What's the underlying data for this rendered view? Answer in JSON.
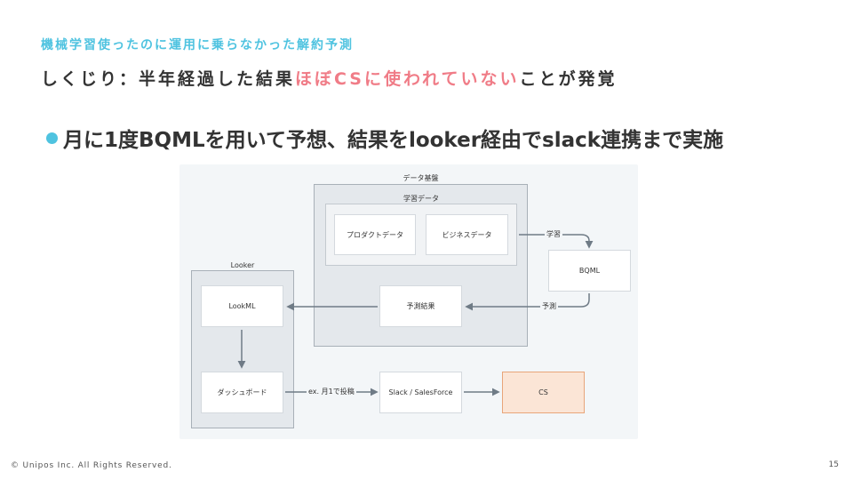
{
  "slide": {
    "eyebrow": "機械学習使ったのに運用に乗らなかった解約予測",
    "headline": {
      "prefix": "しくじり：半年経過した結果",
      "highlight": "ほぼCSに使われていない",
      "suffix": "ことが発覚"
    },
    "bullet": "月に1度BQMLを用いて予想、結果をlooker経由でslack連携まで実施",
    "footer": "© Unipos Inc. All Rights Reserved.",
    "page_number": "15",
    "colors": {
      "accent": "#4fc3e0",
      "highlight": "#f07c87",
      "cs_fill": "#fbe5d6",
      "cs_border": "#e8a57a"
    }
  },
  "diagram": {
    "groups": {
      "data_platform": "データ基盤",
      "training_data": "学習データ",
      "looker": "Looker"
    },
    "nodes": {
      "product_data": "プロダクトデータ",
      "business_data": "ビジネスデータ",
      "bqml": "BQML",
      "prediction_result": "予測結果",
      "lookml": "LookML",
      "dashboard": "ダッシュボード",
      "slack_salesforce": "Slack / SalesForce",
      "cs": "CS"
    },
    "edges": {
      "train": "学習",
      "predict": "予測",
      "monthly_post": "ex. 月1で投稿"
    }
  }
}
